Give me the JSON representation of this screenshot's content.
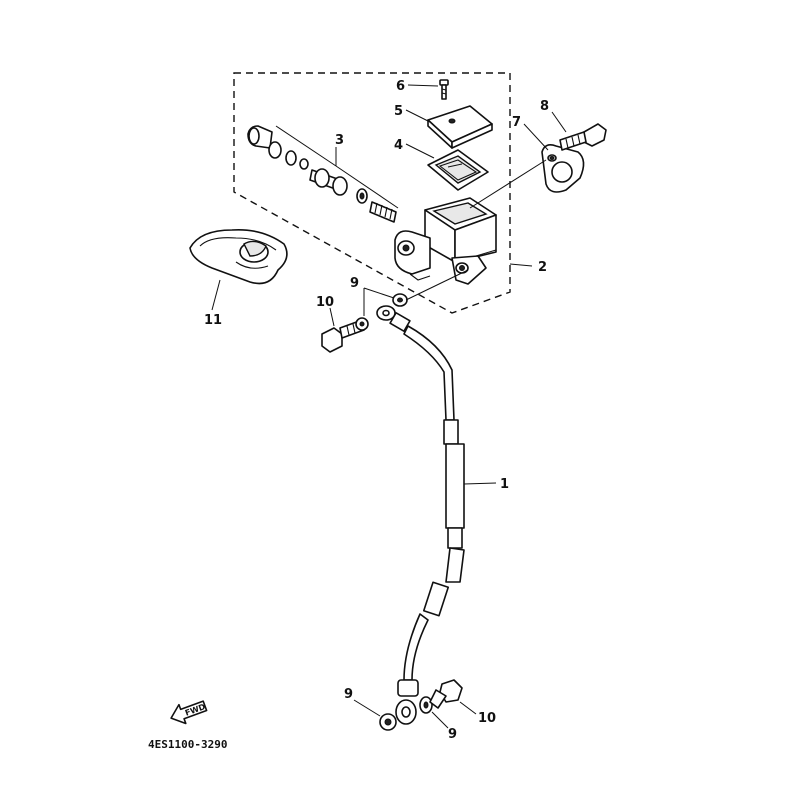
{
  "labels": {
    "p1": "1",
    "p2": "2",
    "p3": "3",
    "p4": "4",
    "p5": "5",
    "p6": "6",
    "p7": "7",
    "p8": "8",
    "p9a": "9",
    "p9b": "9",
    "p9c": "9",
    "p10a": "10",
    "p10b": "10",
    "p11": "11"
  },
  "diagram_code": "4ES1100-3290",
  "fwd_label": "FWD"
}
